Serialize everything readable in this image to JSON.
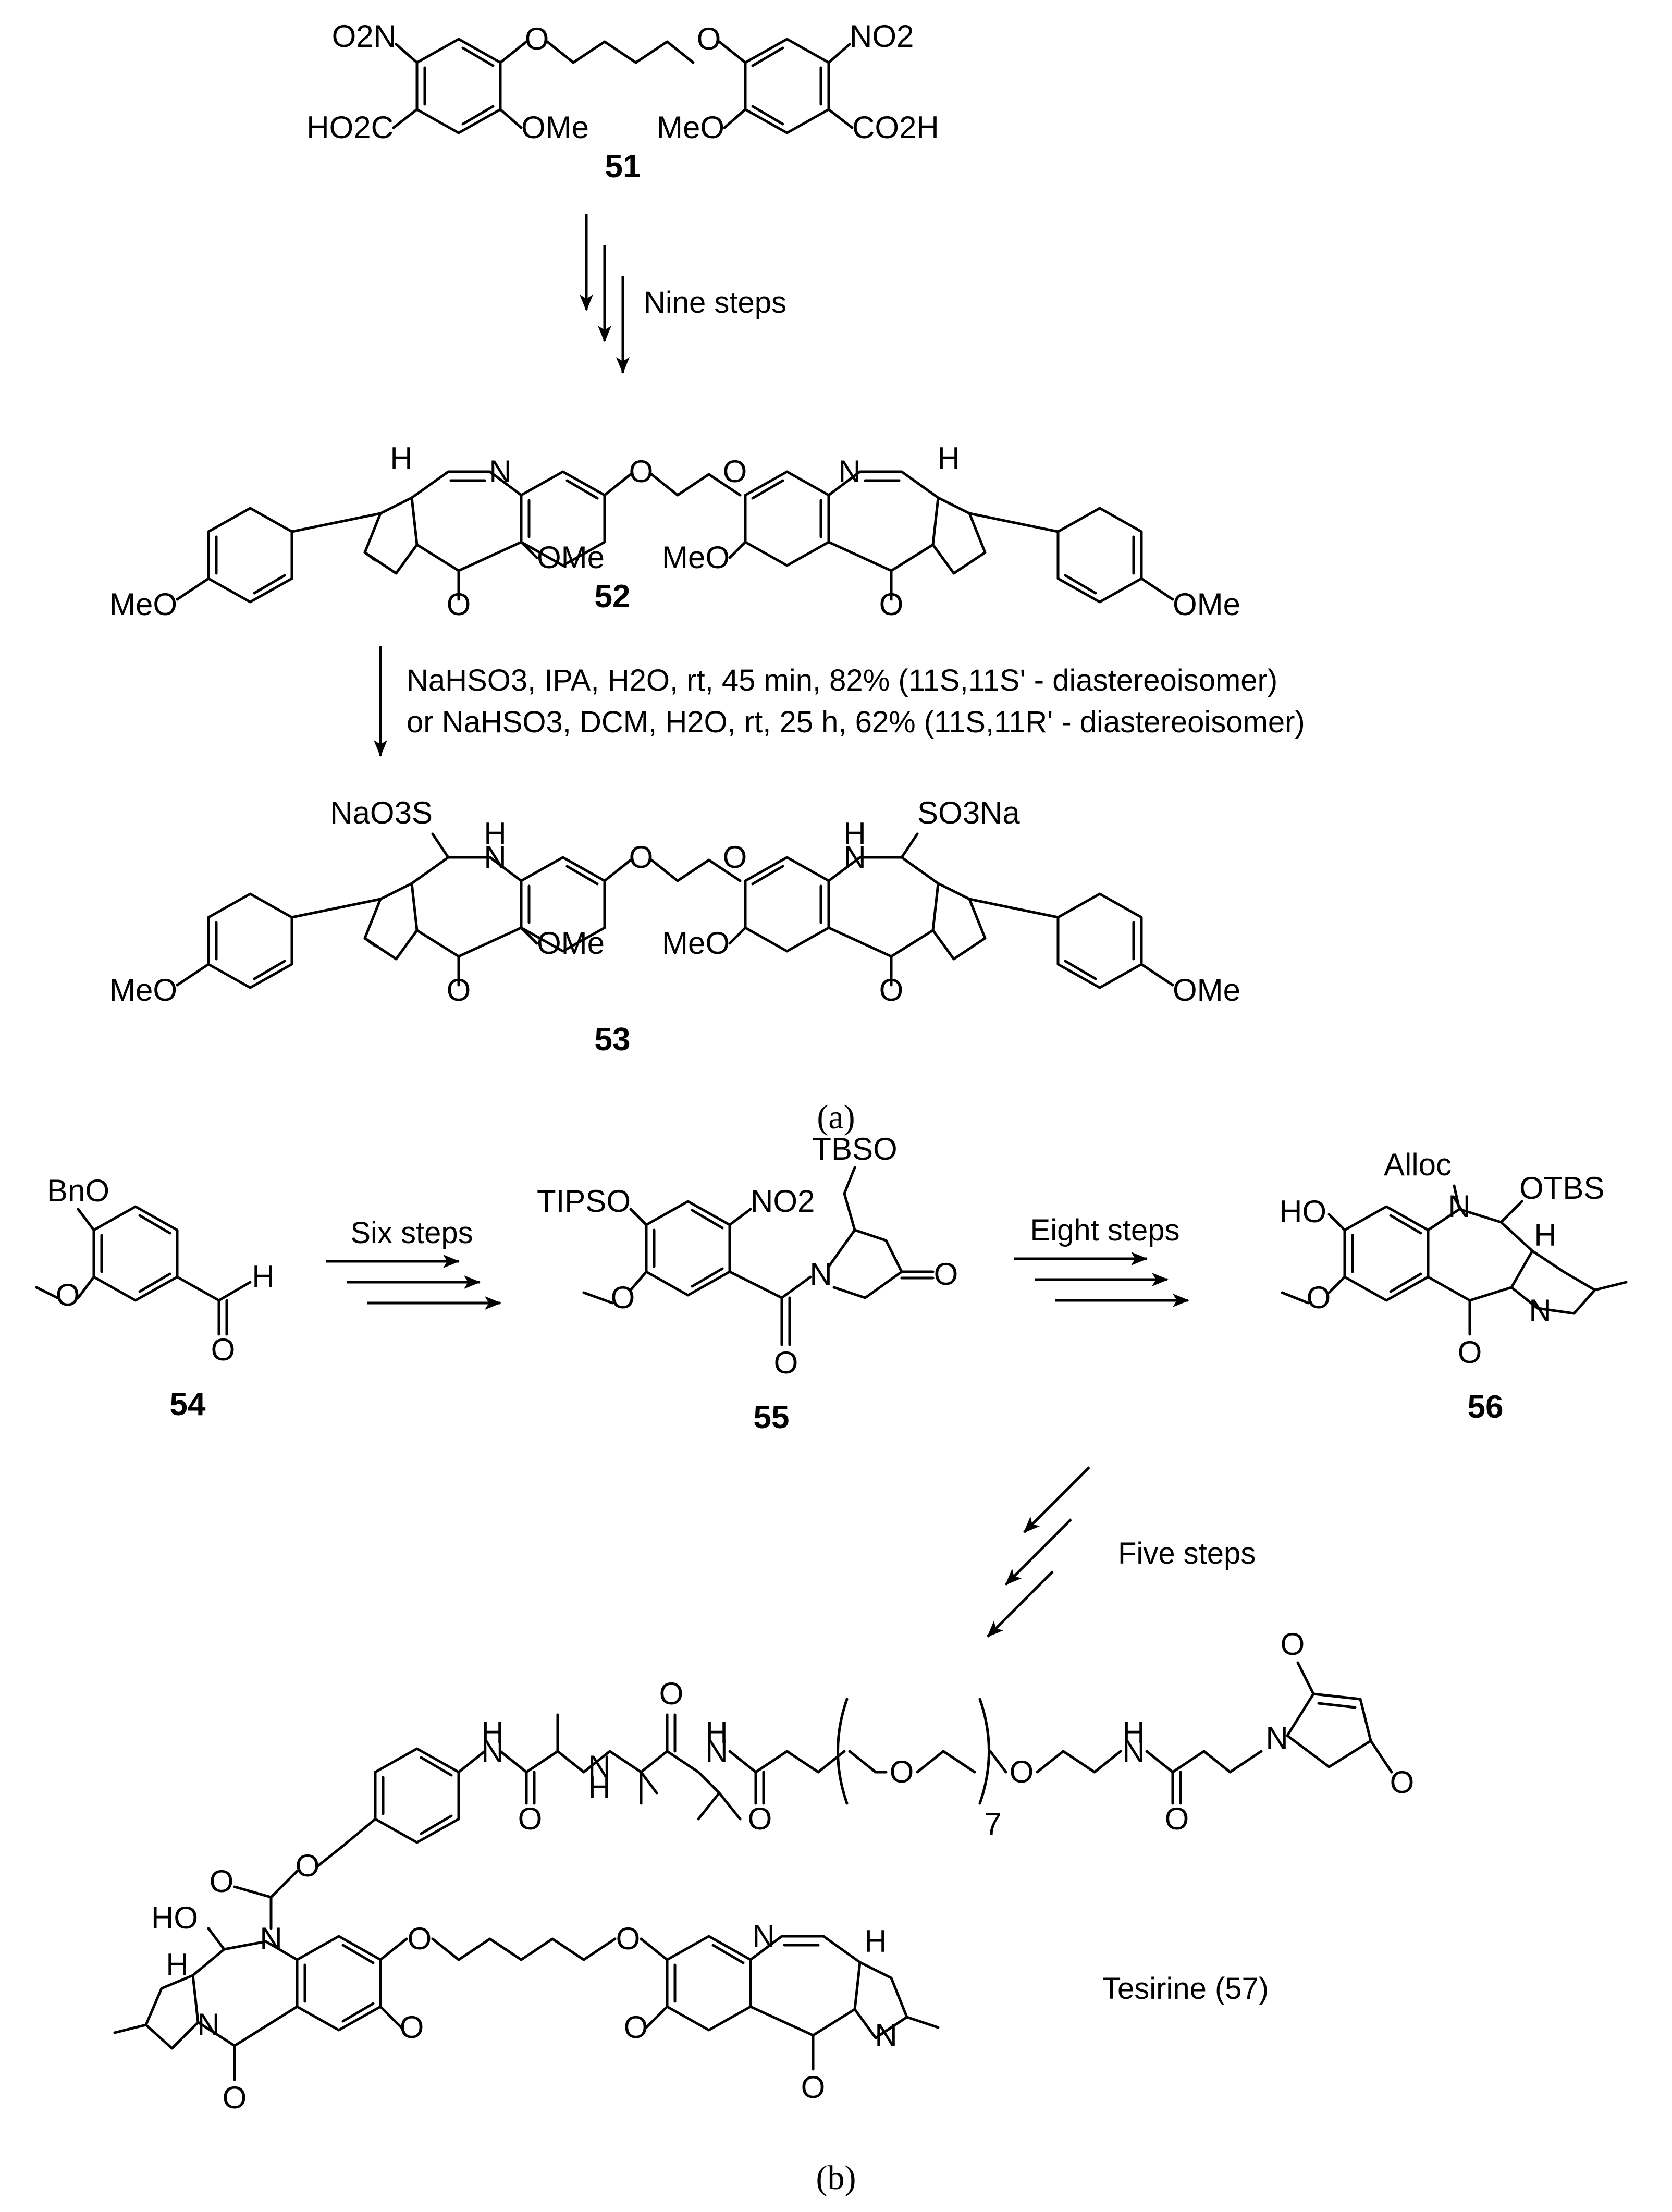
{
  "scheme_a": {
    "compound_51": "51",
    "compound_52": "52",
    "compound_53": "53",
    "step_nine": "Nine steps",
    "cond_line1": "NaHSO3, IPA, H2O, rt, 45 min, 82% (11S,11S' - diastereoisomer)",
    "cond_line2": "or NaHSO3, DCM, H2O, rt, 25 h, 62% (11S,11R' - diastereoisomer)",
    "panel_label": "(a)",
    "labels": {
      "no2": "NO2",
      "o2n": "O2N",
      "co2h": "CO2H",
      "ho2c": "HO2C",
      "ome": "OMe",
      "meo": "MeO",
      "o": "O",
      "n": "N",
      "h": "H",
      "nh": "H\nN",
      "so3na": "SO3Na",
      "naso3s": "NaO3S"
    }
  },
  "scheme_b": {
    "compound_54": "54",
    "compound_55": "55",
    "compound_56": "56",
    "step_six": "Six steps",
    "step_eight": "Eight steps",
    "step_five": "Five steps",
    "tesirine_label": "Tesirine (57)",
    "panel_label": "(b)",
    "labels": {
      "bno": "BnO",
      "tipso": "TIPSO",
      "tbso": "TBSO",
      "otbs": "OTBS",
      "alloc": "Alloc",
      "ho": "HO",
      "peg_n": "7"
    }
  }
}
